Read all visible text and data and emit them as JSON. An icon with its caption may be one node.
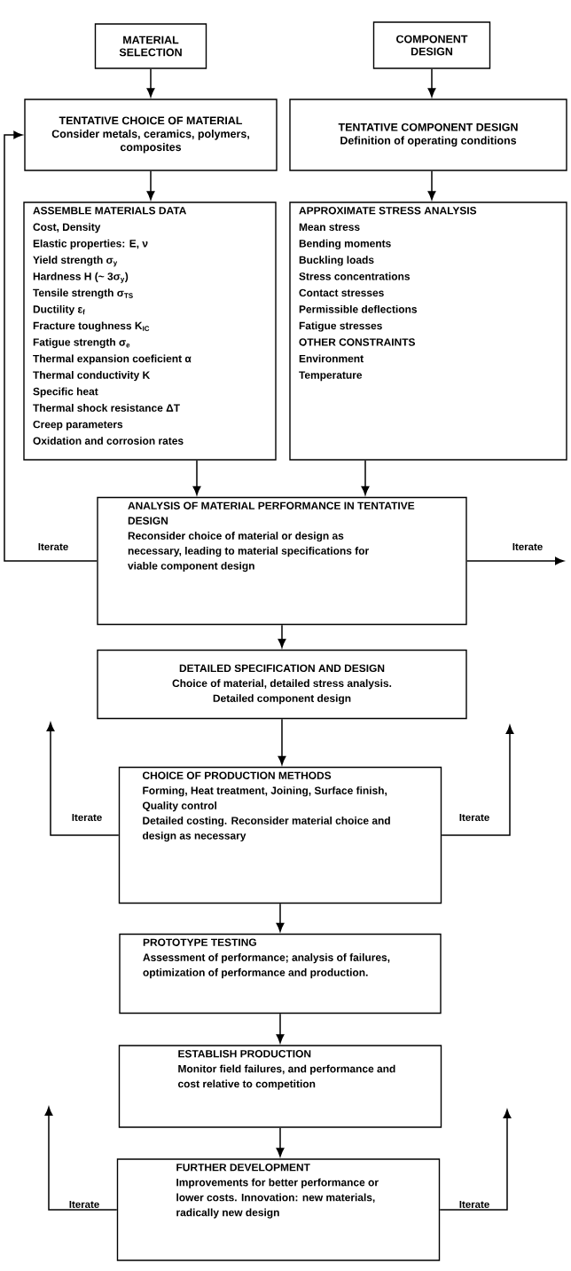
{
  "diagram": {
    "nodes": [
      {
        "text": [
          "MATERIAL SELECTION"
        ]
      },
      {
        "text": [
          "COMPONENT DESIGN"
        ]
      },
      {
        "text": [
          "TENTATIVE CHOICE OF MATERIAL",
          "Consider metals, ceramics, polymers, composites"
        ]
      },
      {
        "text": [
          "TENTATIVE COMPONENT DESIGN",
          "Definition of operating conditions"
        ]
      },
      {
        "text": [
          "ASSEMBLE MATERIALS DATA",
          "Cost, Density",
          "Elastic properties: E, ν",
          "Yield strength σ$_{y}$",
          "Hardness H (~ 3σ$_{y}$)",
          "Tensile strength σ$_{TS}$",
          "Ductility ε$_{f}$",
          "Fracture toughness K$_{IC}$",
          "Fatigue strength σ$_{e}$",
          "Thermal expansion coeficient α",
          "Thermal conductivity K",
          "Specific heat",
          "Thermal shock resistance ΔT",
          "Creep parameters",
          "Oxidation and corrosion rates"
        ]
      },
      {
        "text": [
          "APPROXIMATE STRESS ANALYSIS",
          "Mean stress",
          "Bending moments",
          "Buckling loads",
          "Stress concentrations",
          "Contact stresses",
          "Permissible deflections",
          "Fatigue stresses",
          "OTHER CONSTRAINTS",
          "Environment",
          "Temperature"
        ]
      },
      {
        "text": [
          "ANALYSIS OF MATERIAL PERFORMANCE IN TENTATIVE DESIGN",
          "Reconsider choice of material or design as necessary, leading to material specifications for viable component design"
        ]
      },
      {
        "text": [
          "DETAILED SPECIFICATION AND DESIGN",
          "Choice of material, detailed stress analysis. Detailed component design"
        ]
      },
      {
        "text": [
          "CHOICE OF PRODUCTION METHODS",
          "Forming, Heat treatment, Joining, Surface finish, Quality control",
          "Detailed costing. Reconsider material choice and design as necessary"
        ]
      },
      {
        "text": [
          "PROTOTYPE TESTING",
          "Assessment of performance; analysis of failures, optimization of performance and production."
        ]
      },
      {
        "text": [
          "ESTABLISH PRODUCTION",
          "Monitor field failures, and performance and cost relative to competition"
        ]
      },
      {
        "text": [
          "FURTHER DEVELOPMENT",
          "Improvements for better performance or lower costs. Innovation: new materials, radically new design"
        ]
      }
    ],
    "edges": [
      {
        "from": 0,
        "to": 2,
        "arrow": "to"
      },
      {
        "from": 1,
        "to": 3,
        "arrow": "to"
      },
      {
        "from": 2,
        "to": 4,
        "arrow": "to"
      },
      {
        "from": 3,
        "to": 5,
        "arrow": "to"
      },
      {
        "from": 4,
        "to": 6,
        "arrow": "to"
      },
      {
        "from": 5,
        "to": 6,
        "arrow": "to"
      },
      {
        "from": 6,
        "to": 7,
        "arrow": "to"
      },
      {
        "from": 7,
        "to": 8,
        "arrow": "to"
      },
      {
        "from": 8,
        "to": 9,
        "arrow": "to"
      },
      {
        "from": 9,
        "to": 10,
        "arrow": "to"
      },
      {
        "from": 10,
        "to": 11,
        "arrow": "to"
      },
      {
        "from": 6,
        "to": 2,
        "arrow": "to",
        "label": "Iterate"
      },
      {
        "from": 6,
        "to": null,
        "arrow": "to",
        "label": "Iterate"
      },
      {
        "from": 8,
        "to": null,
        "arrow": "to",
        "label": "Iterate"
      },
      {
        "from": 8,
        "to": null,
        "arrow": "to",
        "label": "Iterate"
      },
      {
        "from": 11,
        "to": null,
        "arrow": "to",
        "label": "Iterate"
      },
      {
        "from": 11,
        "to": null,
        "arrow": "to",
        "label": "Iterate"
      }
    ]
  }
}
